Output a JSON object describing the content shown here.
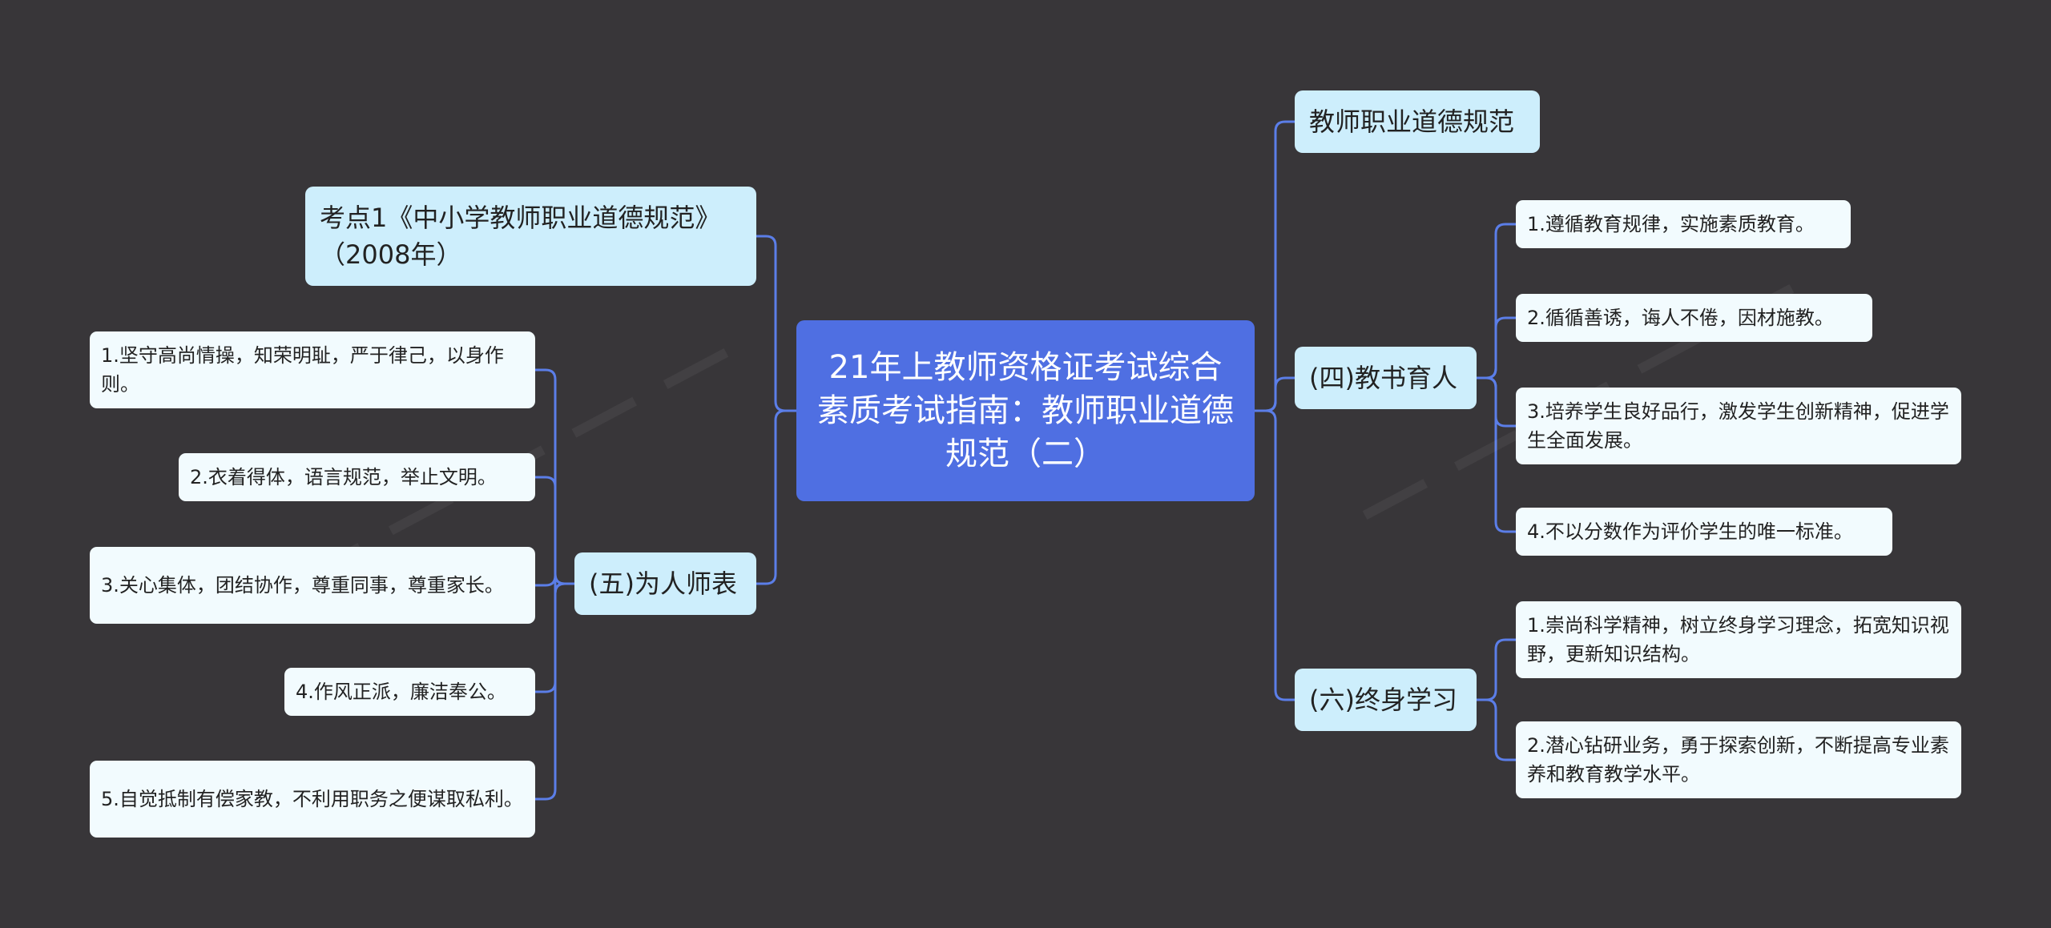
{
  "colors": {
    "background": "#383639",
    "root": "#4f6fe2",
    "branch": "#cdeefc",
    "leaf": "#f2fbfe",
    "connector": "#5b7ee8"
  },
  "root": {
    "title": "21年上教师资格证考试综合素质考试指南：教师职业道德规范（二）"
  },
  "left": {
    "kaodian": "考点1《中小学教师职业道德规范》（2008年）",
    "wuwei": {
      "label": "(五)为人师表",
      "items": [
        "1.坚守高尚情操，知荣明耻，严于律己，以身作则。",
        "2.衣着得体，语言规范，举止文明。",
        "3.关心集体，团结协作，尊重同事，尊重家长。",
        "4.作风正派，廉洁奉公。",
        "5.自觉抵制有偿家教，不利用职务之便谋取私利。"
      ]
    }
  },
  "right": {
    "guifan": "教师职业道德规范",
    "si": {
      "label": "(四)教书育人",
      "items": [
        "1.遵循教育规律，实施素质教育。",
        "2.循循善诱，诲人不倦，因材施教。",
        "3.培养学生良好品行，激发学生创新精神，促进学生全面发展。",
        "4.不以分数作为评价学生的唯一标准。"
      ]
    },
    "liu": {
      "label": "(六)终身学习",
      "items": [
        "1.崇尚科学精神，树立终身学习理念，拓宽知识视野，更新知识结构。",
        "2.潜心钻研业务，勇于探索创新，不断提高专业素养和教育教学水平。"
      ]
    }
  }
}
